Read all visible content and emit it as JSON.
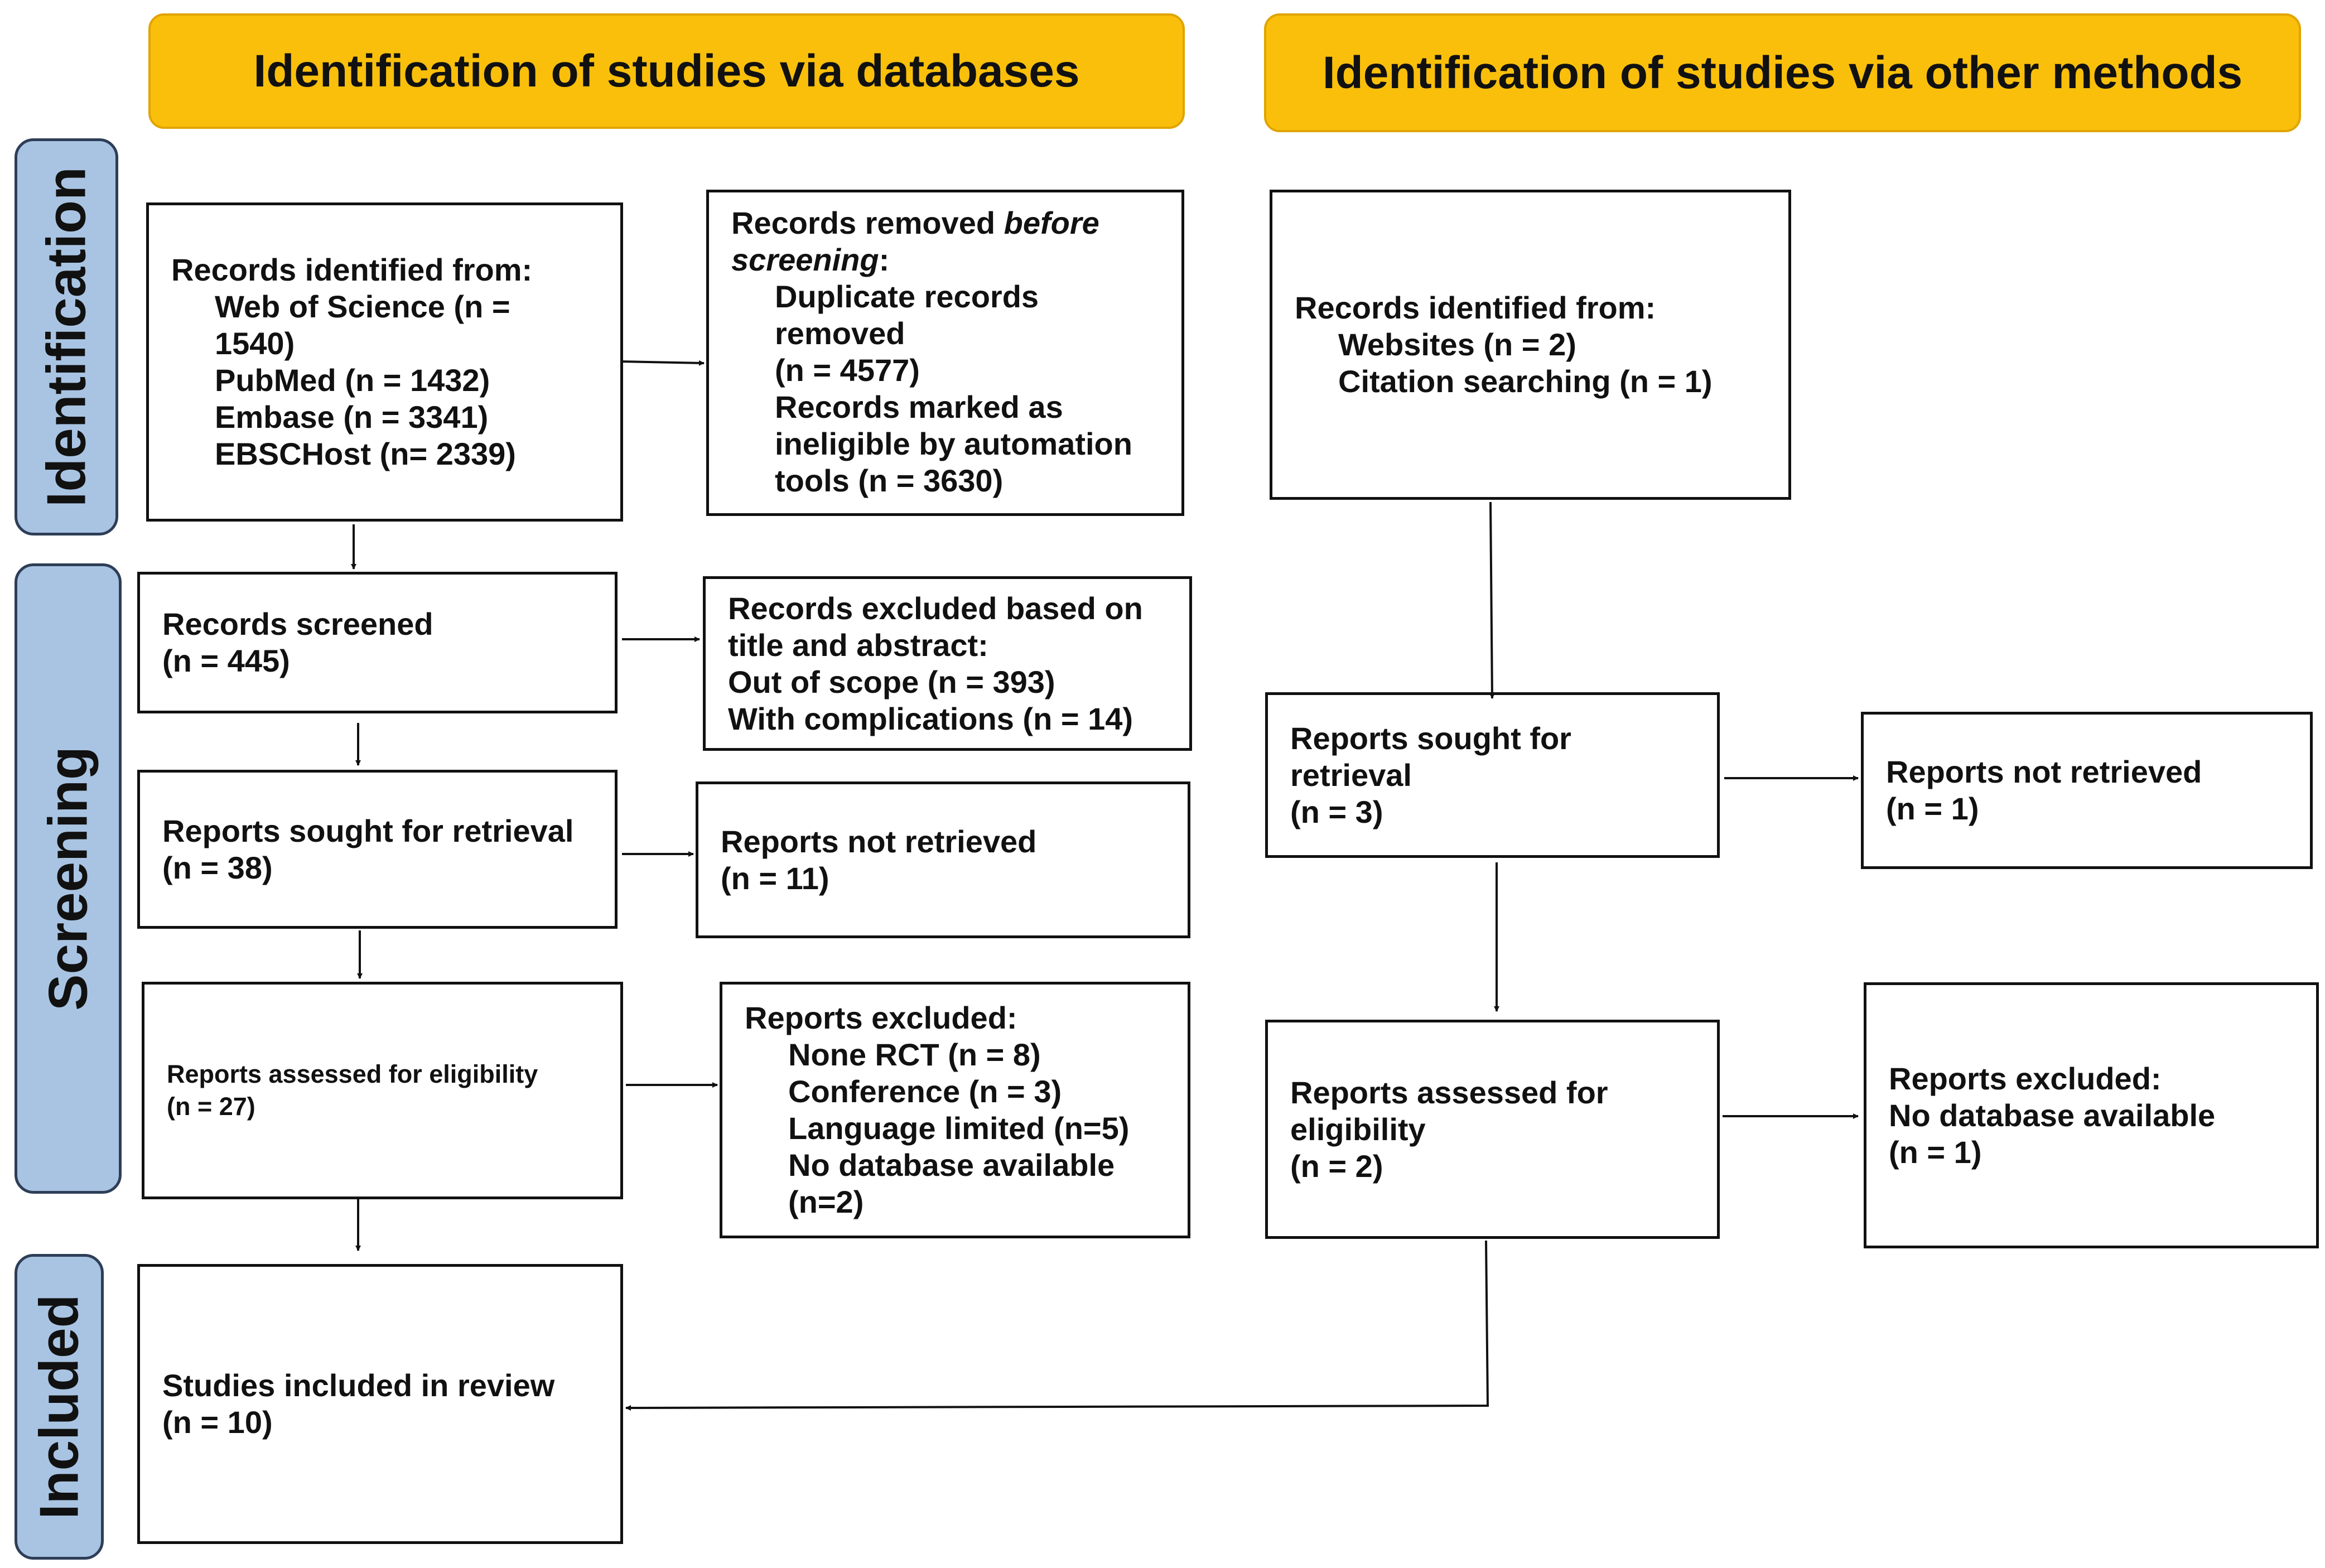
{
  "headers": {
    "databases": "Identification of studies via databases",
    "other": "Identification of studies via other methods"
  },
  "phases": {
    "identification": "Identification",
    "screening": "Screening",
    "included": "Included"
  },
  "db": {
    "records_identified": {
      "title": "Records identified from:",
      "items": [
        "Web of Science (n =",
        "1540)",
        "PubMed (n = 1432)",
        "Embase (n = 3341)",
        "EBSCHost (n= 2339)"
      ]
    },
    "records_removed": {
      "title_pre": "Records removed ",
      "title_em1": "before",
      "title_em2": "screening",
      "title_post": ":",
      "items": [
        "Duplicate records",
        "removed",
        "(n = 4577)",
        "Records marked as",
        "ineligible by automation",
        "tools (n = 3630)"
      ]
    },
    "records_screened": {
      "lines": [
        "Records screened",
        "(n = 445)"
      ]
    },
    "records_excluded": {
      "lines": [
        "Records excluded based on",
        "title and abstract:",
        "Out of scope (n = 393)",
        "With complications (n = 14)"
      ]
    },
    "reports_sought": {
      "lines": [
        "Reports sought for retrieval",
        "(n = 38)"
      ]
    },
    "reports_not_retrieved": {
      "lines": [
        "Reports not retrieved",
        "(n = 11)"
      ]
    },
    "reports_assessed": {
      "lines": [
        "Reports assessed for eligibility",
        "(n = 27)"
      ]
    },
    "reports_excluded": {
      "title": "Reports excluded:",
      "items": [
        "None RCT (n = 8)",
        "Conference (n = 3)",
        "Language limited (n=5)",
        "No database available",
        "(n=2)"
      ]
    },
    "studies_included": {
      "lines": [
        "Studies included in review",
        "(n = 10)"
      ]
    }
  },
  "other": {
    "records_identified": {
      "title": "Records identified from:",
      "items": [
        "Websites (n = 2)",
        "Citation searching (n = 1)"
      ]
    },
    "reports_sought": {
      "lines": [
        "Reports sought for",
        "retrieval",
        "(n = 3)"
      ]
    },
    "reports_not_retrieved": {
      "lines": [
        "Reports not retrieved",
        "(n = 1)"
      ]
    },
    "reports_assessed": {
      "lines": [
        "Reports assessed for",
        "eligibility",
        "(n = 2)"
      ]
    },
    "reports_excluded": {
      "lines": [
        "Reports excluded:",
        "No database available",
        "(n = 1)"
      ]
    }
  },
  "colors": {
    "header_fill": "#F9BF0B",
    "phase_fill": "#A9C4E3",
    "phase_border": "#2E3E57",
    "box_border": "#111111"
  }
}
